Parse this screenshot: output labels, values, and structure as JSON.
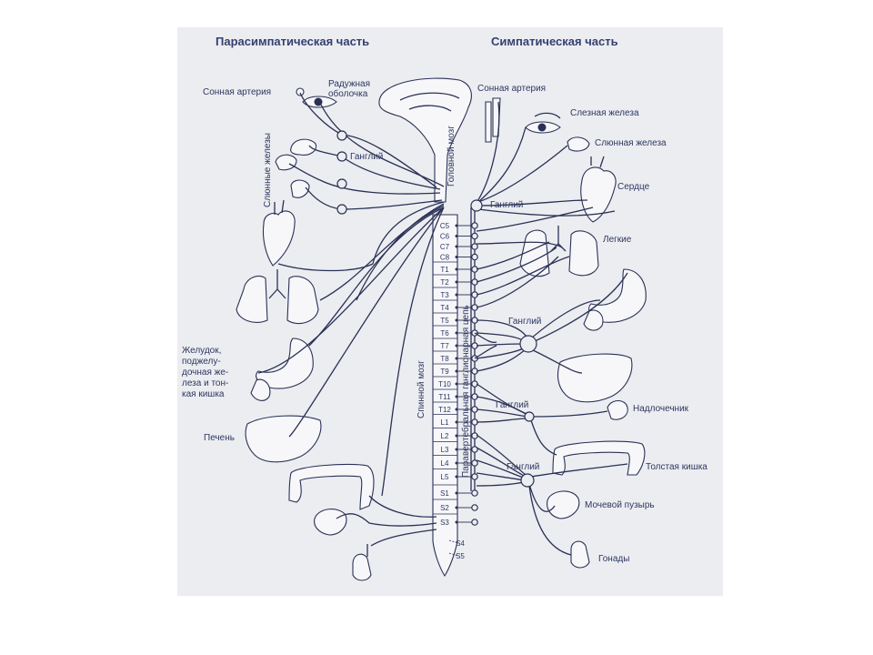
{
  "headers": {
    "parasympathetic": "Парасимпатическая часть",
    "sympathetic": "Симпатическая часть"
  },
  "left_labels": {
    "carotid": "Сонная артерия",
    "iris_1": "Радужная",
    "iris_2": "оболочка",
    "ganglion": "Ганглий",
    "salivary_glands": "Слюнные железы",
    "stomach_1": "Желудок,",
    "stomach_2": "поджелу-",
    "stomach_3": "дочная же-",
    "stomach_4": "леза и тон-",
    "stomach_5": "кая кишка",
    "liver": "Печень"
  },
  "center_labels": {
    "brain": "Головной мозг",
    "spinal_cord": "Спинной мозг",
    "chain": "Паравертебральная ганглионарная цепь"
  },
  "right_labels": {
    "carotid": "Сонная артерия",
    "lacrimal": "Слезная железа",
    "salivary": "Слюнная железа",
    "heart": "Сердце",
    "ganglion_1": "Ганглий",
    "lungs": "Легкие",
    "ganglion_2": "Ганглий",
    "adrenal": "Надлочечник",
    "ganglion_3": "Ганглий",
    "colon": "Толстая кишка",
    "ganglion_4": "Ганглий",
    "bladder": "Мочевой пузырь",
    "gonads": "Гонады"
  },
  "cervical_segments": [
    "C5",
    "C6",
    "C7",
    "C8"
  ],
  "thoracic_segments": [
    "T1",
    "T2",
    "T3",
    "T4",
    "T5",
    "T6",
    "T7",
    "T8",
    "T9",
    "T10",
    "T11",
    "T12"
  ],
  "lumbar_segments": [
    "L1",
    "L2",
    "L3",
    "L4",
    "L5"
  ],
  "sacral_segments": [
    "S1",
    "S2",
    "S3"
  ],
  "sacral_outer": [
    "S4",
    "S5"
  ]
}
